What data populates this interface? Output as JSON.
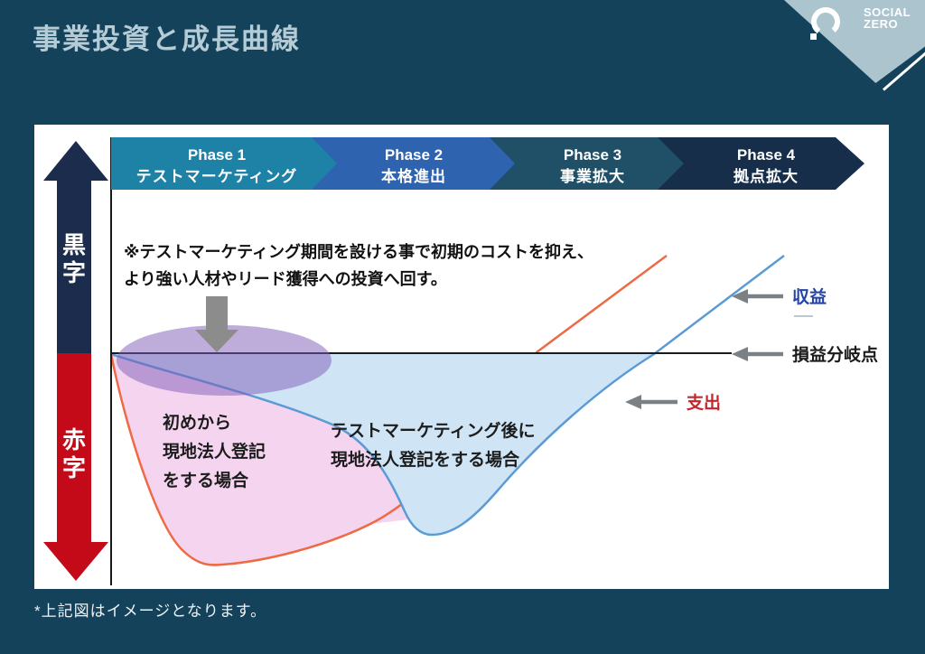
{
  "header": {
    "title": "事業投資と成長曲線",
    "logo": {
      "name1": "SOCIAL",
      "name2": "ZERO"
    }
  },
  "footer": {
    "note": "*上記図はイメージとなります。"
  },
  "phase_bar": {
    "items": [
      {
        "label": "Phase 1",
        "sublabel": "テストマーケティング",
        "color": "#1e81a6"
      },
      {
        "label": "Phase 2",
        "sublabel": "本格進出",
        "color": "#2e63b0"
      },
      {
        "label": "Phase 3",
        "sublabel": "事業拡大",
        "color": "#1f5067"
      },
      {
        "label": "Phase 4",
        "sublabel": "拠点拡大",
        "color": "#162e4a"
      }
    ]
  },
  "y_axis": {
    "profit_label": "黒字",
    "loss_label": "赤字",
    "profit_color": "#1c2c4d",
    "loss_color": "#c40a18"
  },
  "annotation": {
    "line1": "※テストマーケティング期間を設ける事で初期のコストを抑え、",
    "line2": "より強い人材やリード獲得への投資へ回す。"
  },
  "curves": {
    "pink_area": {
      "label1": "初めから",
      "label2": "現地法人登記",
      "label3": "をする場合",
      "fill": "#f5d4ef",
      "stroke": "#ed6a45"
    },
    "blue_area": {
      "label1": "テストマーケティング後に",
      "label2": "現地法人登記をする場合",
      "fill": "#cfe5f6",
      "stroke": "#5b9bd5"
    },
    "highlight_ellipse_color": "#7e5cb8"
  },
  "legend": {
    "revenue": {
      "label": "収益",
      "color": "#2244aa"
    },
    "break_even": {
      "label": "損益分岐点",
      "color": "#1a1a1a"
    },
    "expense": {
      "label": "支出",
      "color": "#c1272d"
    }
  }
}
